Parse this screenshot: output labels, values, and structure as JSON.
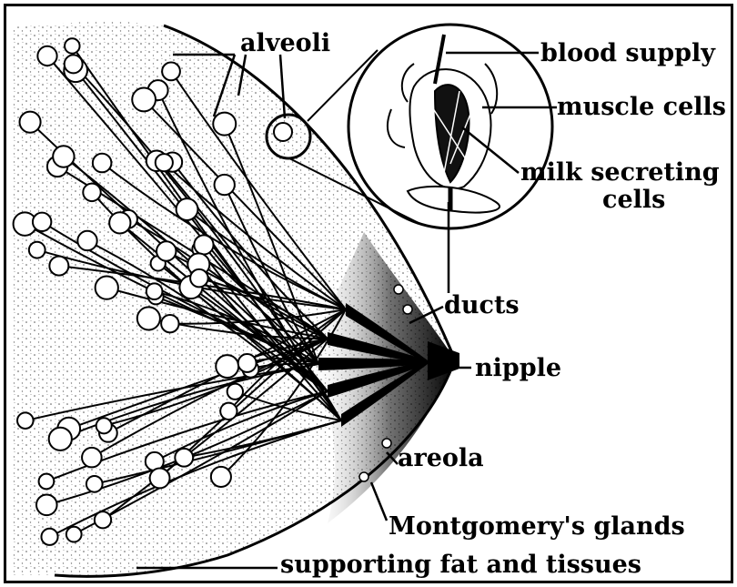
{
  "diagram": {
    "labels": {
      "alveoli": "alveoli",
      "blood_supply": "blood supply",
      "muscle_cells": "muscle cells",
      "milk_secreting_line1": "milk secreting",
      "milk_secreting_line2": "cells",
      "ducts": "ducts",
      "nipple": "nipple",
      "areola": "areola",
      "montgomery": "Montgomery's glands",
      "supporting": "supporting fat and tissues"
    },
    "colors": {
      "ink": "#000000",
      "paper": "#ffffff",
      "tissue": "#e9e9e9"
    }
  }
}
